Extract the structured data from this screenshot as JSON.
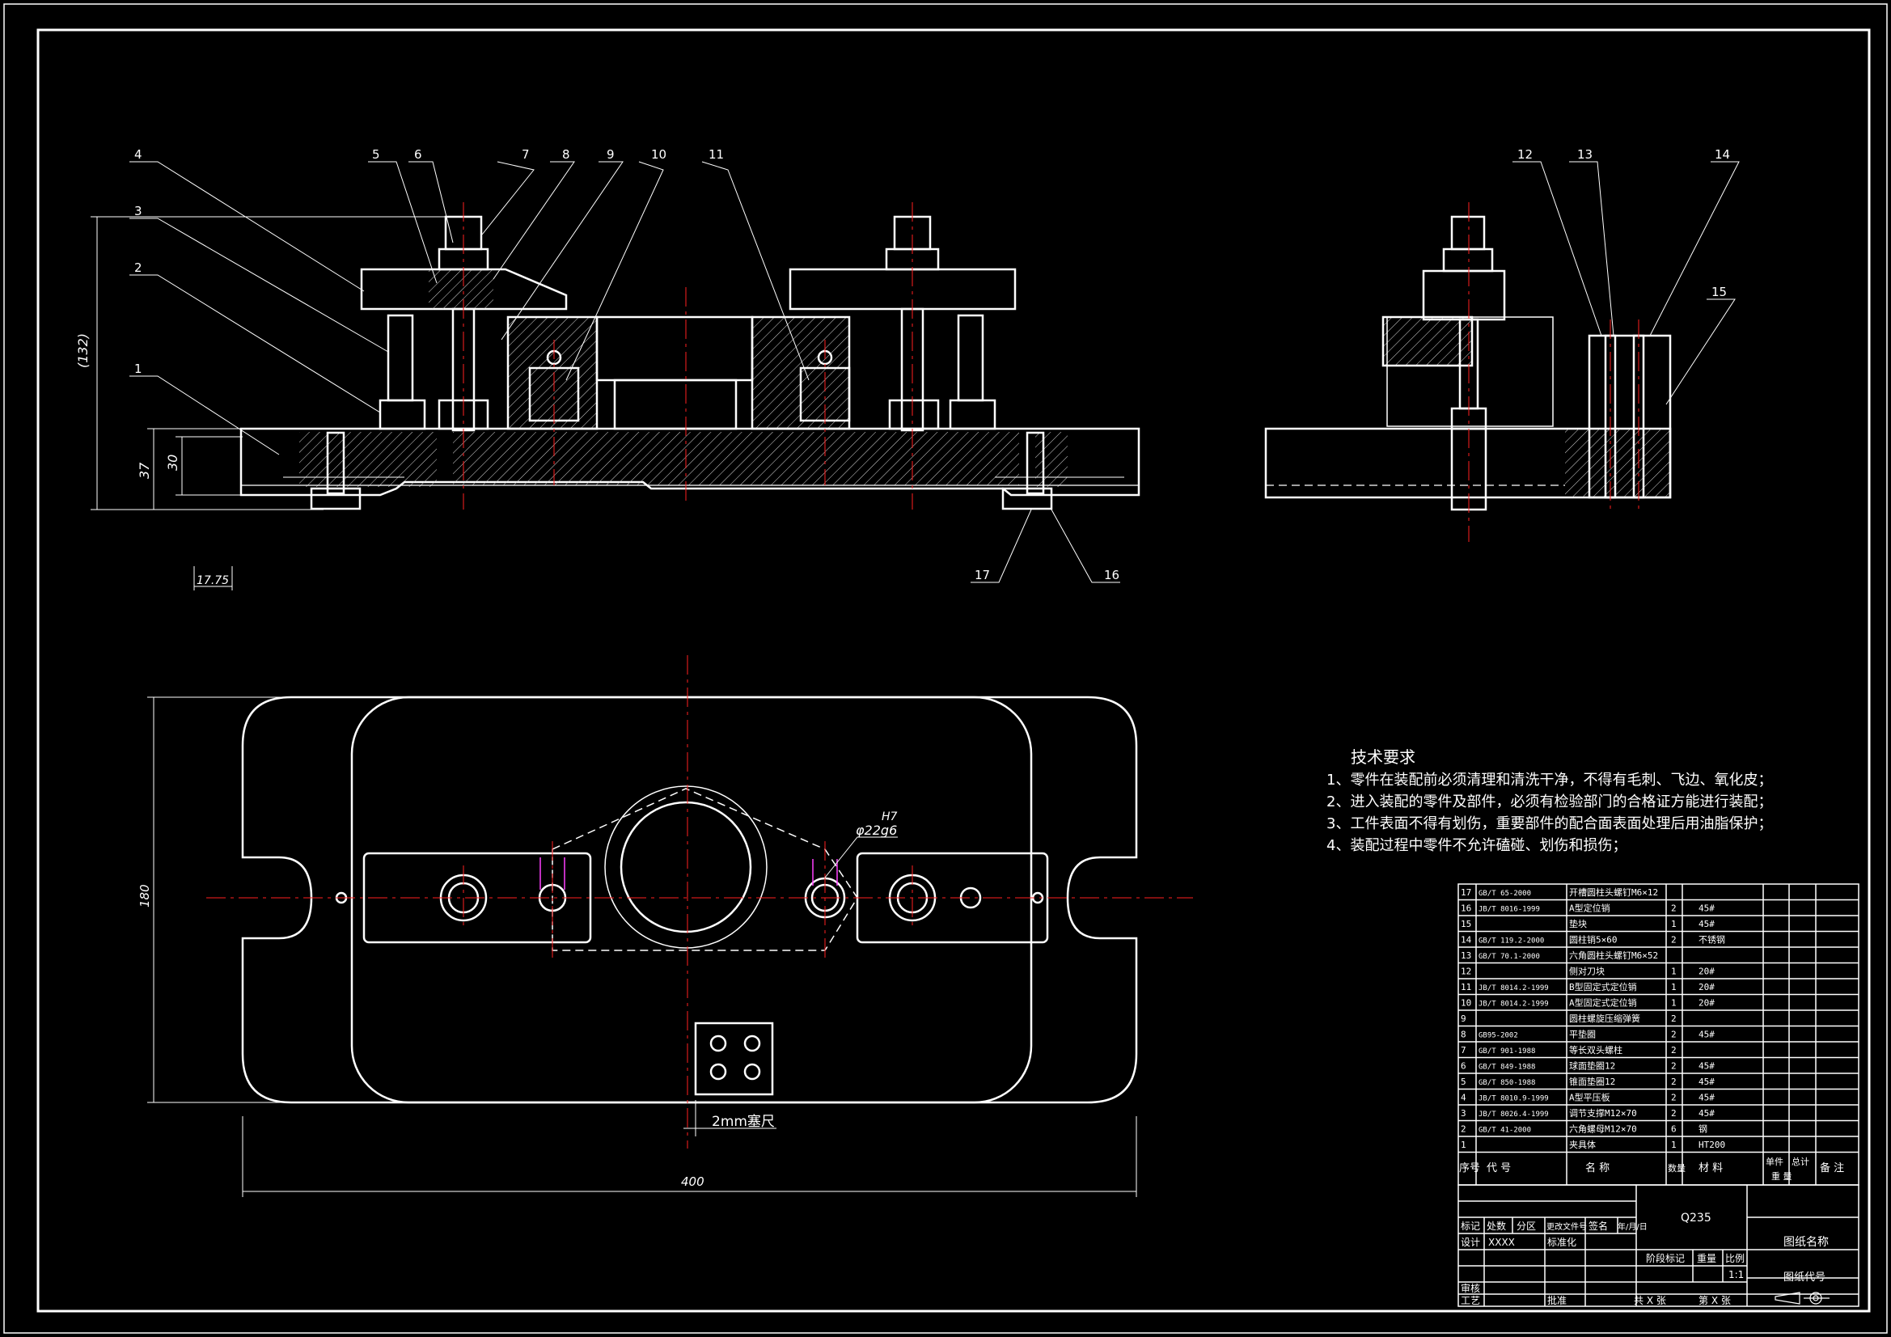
{
  "colors": {
    "background": "#000000",
    "line": "#ffffff",
    "center_line": "#ff2020",
    "hatch": "#d8d8d8",
    "callout": "#ff40ff"
  },
  "callouts": [
    "1",
    "2",
    "3",
    "4",
    "5",
    "6",
    "7",
    "8",
    "9",
    "10",
    "11",
    "12",
    "13",
    "14",
    "15",
    "16",
    "17"
  ],
  "dimensions": {
    "overall_height": "(132)",
    "base_height_37": "37",
    "base_height_30": "30",
    "offset_17_75": "17.75",
    "plan_length": "400",
    "plan_width": "180",
    "fit_h7": "H7",
    "fit_phi": "φ22g6",
    "feeler": "2mm塞尺"
  },
  "tech_requirements": {
    "title": "技术要求",
    "items": [
      "1、零件在装配前必须清理和清洗干净，不得有毛刺、飞边、氧化皮；",
      "2、进入装配的零件及部件，必须有检验部门的合格证方能进行装配；",
      "3、工件表面不得有划伤，重要部件的配合面表面处理后用油脂保护；",
      "4、装配过程中零件不允许磕碰、划伤和损伤；"
    ]
  },
  "bom": {
    "rows": [
      {
        "no": "17",
        "code": "GB/T 65-2000",
        "name": "开槽圆柱头螺钉M6×12",
        "qty": "",
        "material": ""
      },
      {
        "no": "16",
        "code": "JB/T 8016-1999",
        "name": "A型定位销",
        "qty": "2",
        "material": "45#"
      },
      {
        "no": "15",
        "code": "",
        "name": "垫块",
        "qty": "1",
        "material": "45#"
      },
      {
        "no": "14",
        "code": "GB/T 119.2-2000",
        "name": "圆柱销5×60",
        "qty": "2",
        "material": "不锈钢"
      },
      {
        "no": "13",
        "code": "GB/T 70.1-2000",
        "name": "六角圆柱头螺钉M6×52",
        "qty": "",
        "material": ""
      },
      {
        "no": "12",
        "code": "",
        "name": "侧对刀块",
        "qty": "1",
        "material": "20#"
      },
      {
        "no": "11",
        "code": "JB/T 8014.2-1999",
        "name": "B型固定式定位销",
        "qty": "1",
        "material": "20#"
      },
      {
        "no": "10",
        "code": "JB/T 8014.2-1999",
        "name": "A型固定式定位销",
        "qty": "1",
        "material": "20#"
      },
      {
        "no": "9",
        "code": "",
        "name": "圆柱螺旋压缩弹簧",
        "qty": "2",
        "material": ""
      },
      {
        "no": "8",
        "code": "GB95-2002",
        "name": "平垫圈",
        "qty": "2",
        "material": "45#"
      },
      {
        "no": "7",
        "code": "GB/T 901-1988",
        "name": "等长双头螺柱",
        "qty": "2",
        "material": ""
      },
      {
        "no": "6",
        "code": "GB/T 849-1988",
        "name": "球面垫圈12",
        "qty": "2",
        "material": "45#"
      },
      {
        "no": "5",
        "code": "GB/T 850-1988",
        "name": "锥面垫圈12",
        "qty": "2",
        "material": "45#"
      },
      {
        "no": "4",
        "code": "JB/T 8010.9-1999",
        "name": "A型平压板",
        "qty": "2",
        "material": "45#"
      },
      {
        "no": "3",
        "code": "JB/T 8026.4-1999",
        "name": "调节支撑M12×70",
        "qty": "2",
        "material": "45#"
      },
      {
        "no": "2",
        "code": "GB/T 41-2000",
        "name": "六角螺母M12×70",
        "qty": "6",
        "material": "钢"
      },
      {
        "no": "1",
        "code": "",
        "name": "夹具体",
        "qty": "1",
        "material": "HT200"
      }
    ],
    "header": {
      "no": "序号",
      "code": "代  号",
      "name": "名  称",
      "qty": "数量",
      "material": "材  料",
      "unit": "单件",
      "total": "总计",
      "weight": "重  量",
      "remark": "备  注"
    }
  },
  "title_block": {
    "material": "Q235",
    "drawing_name": "图纸名称",
    "drawing_code": "图纸代号",
    "scale_label": "比例",
    "scale": "1:1",
    "stage_mark": "阶段标记",
    "weight_label": "重量",
    "mark": "标记",
    "count": "处数",
    "zone": "分区",
    "change_doc": "更改文件号",
    "signature": "签名",
    "date": "年/月/日",
    "design": "设计",
    "designer": "XXXX",
    "standardize": "标准化",
    "review": "审核",
    "process": "工艺",
    "approve": "批准",
    "sheets_total": "共 X 张",
    "sheet_no": "第 X 张"
  }
}
